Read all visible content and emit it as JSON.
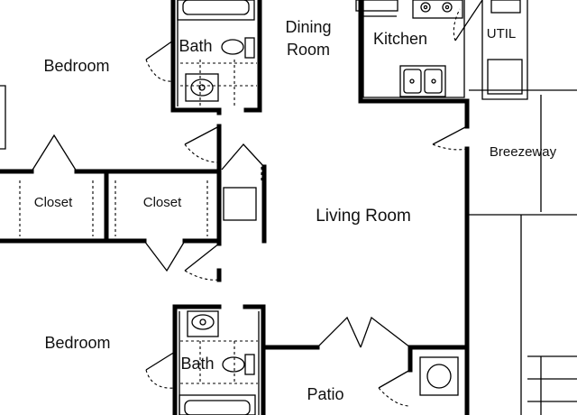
{
  "rooms": {
    "bedroom_top": "Bedroom",
    "bath_top": "Bath",
    "dining": [
      "Dining",
      "Room"
    ],
    "kitchen": "Kitchen",
    "util": "UTIL",
    "breezeway": "Breezeway",
    "closet_left": "Closet",
    "closet_right": "Closet",
    "living": "Living Room",
    "bedroom_bottom": "Bedroom",
    "bath_bottom": "Bath",
    "patio": "Patio"
  },
  "colors": {
    "wall": "#000000",
    "background": "#ffffff",
    "text": "#111111"
  }
}
